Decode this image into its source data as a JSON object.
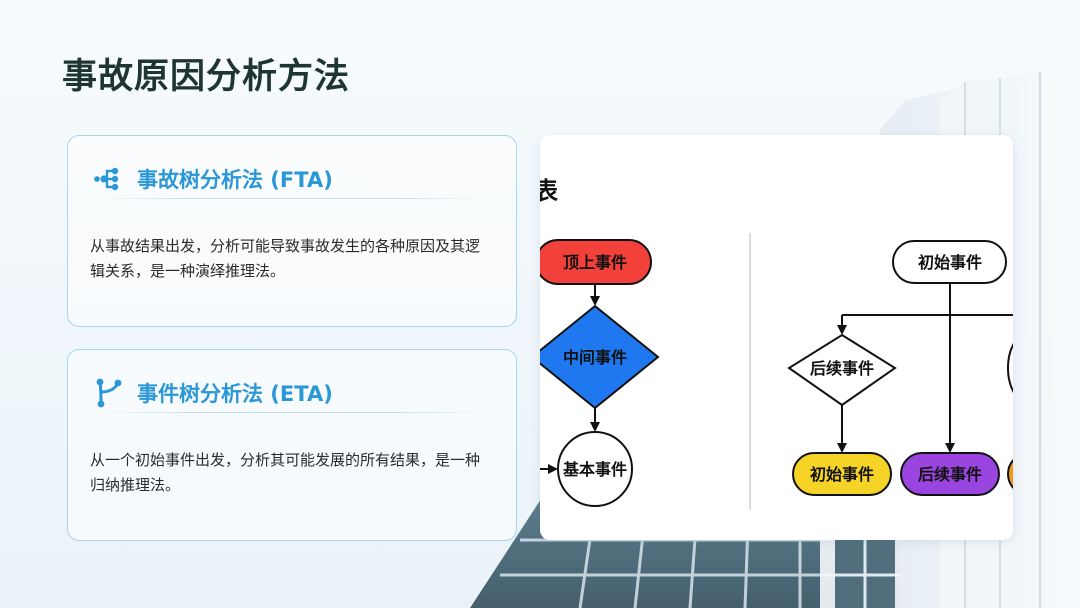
{
  "slide": {
    "title": "事故原因分析方法"
  },
  "cards": [
    {
      "title": "事故树分析法 (FTA)",
      "icon": "tree-branch-icon",
      "description": "从事故结果出发，分析可能导致事故发生的各种原因及其逻辑关系，是一种演绎推理法。"
    },
    {
      "title": "事件树分析法 (ETA)",
      "icon": "fork-branch-icon",
      "description": "从一个初始事件出发，分析其可能发展的所有结果，是一种归纳推理法。"
    }
  ],
  "figure": {
    "heading_fragment": "表",
    "fta": {
      "top_event": "顶上事件",
      "intermediate_event": "中间事件",
      "basic_event": "基本事件"
    },
    "eta": {
      "initial_event": "初始事件",
      "subsequent_event": "后续事件",
      "outcome_1": "初始事件",
      "outcome_2": "后续事件"
    },
    "colors": {
      "top_event": "#f2413a",
      "intermediate_event": "#1f78f0",
      "outcome_1": "#f5d327",
      "outcome_2": "#9b45e0",
      "outcome_3": "#f29a1c"
    }
  }
}
